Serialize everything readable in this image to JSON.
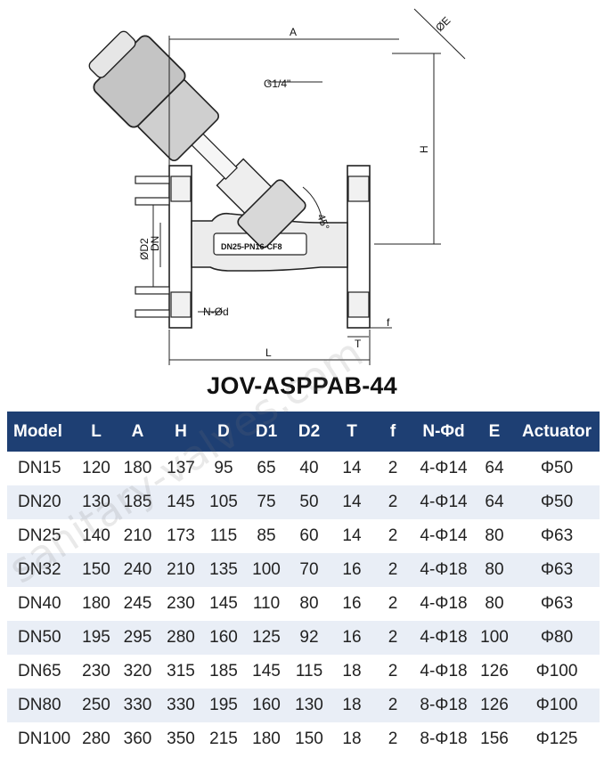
{
  "drawing": {
    "dim_A": "A",
    "dim_E": "ØE",
    "dim_H": "H",
    "dim_L": "L",
    "dim_T": "T",
    "dim_f": "f",
    "dim_D2": "ØD2",
    "dim_DN": "DN",
    "port_label": "G1/4\"",
    "angle_label": "45°",
    "hole_label": "N-Ød",
    "body_marking": "DN25-PN16-CF8"
  },
  "title": "JOV-ASPPAB-44",
  "table": {
    "headers": [
      "Model",
      "L",
      "A",
      "H",
      "D",
      "D1",
      "D2",
      "T",
      "f",
      "N-Φd",
      "E",
      "Actuator"
    ],
    "rows": [
      [
        "DN15",
        "120",
        "180",
        "137",
        "95",
        "65",
        "40",
        "14",
        "2",
        "4-Φ14",
        "64",
        "Φ50"
      ],
      [
        "DN20",
        "130",
        "185",
        "145",
        "105",
        "75",
        "50",
        "14",
        "2",
        "4-Φ14",
        "64",
        "Φ50"
      ],
      [
        "DN25",
        "140",
        "210",
        "173",
        "115",
        "85",
        "60",
        "14",
        "2",
        "4-Φ14",
        "80",
        "Φ63"
      ],
      [
        "DN32",
        "150",
        "240",
        "210",
        "135",
        "100",
        "70",
        "16",
        "2",
        "4-Φ18",
        "80",
        "Φ63"
      ],
      [
        "DN40",
        "180",
        "245",
        "230",
        "145",
        "110",
        "80",
        "16",
        "2",
        "4-Φ18",
        "80",
        "Φ63"
      ],
      [
        "DN50",
        "195",
        "295",
        "280",
        "160",
        "125",
        "92",
        "16",
        "2",
        "4-Φ18",
        "100",
        "Φ80"
      ],
      [
        "DN65",
        "230",
        "320",
        "315",
        "185",
        "145",
        "115",
        "18",
        "2",
        "4-Φ18",
        "126",
        "Φ100"
      ],
      [
        "DN80",
        "250",
        "330",
        "330",
        "195",
        "160",
        "130",
        "18",
        "2",
        "8-Φ18",
        "126",
        "Φ100"
      ],
      [
        "DN100",
        "280",
        "360",
        "350",
        "215",
        "180",
        "150",
        "18",
        "2",
        "8-Φ18",
        "156",
        "Φ125"
      ]
    ]
  },
  "watermark": "sanitary-valves.com",
  "colors": {
    "header_bg": "#1e3f73",
    "header_text": "#ffffff",
    "alt_row_bg": "#e9eef6"
  }
}
